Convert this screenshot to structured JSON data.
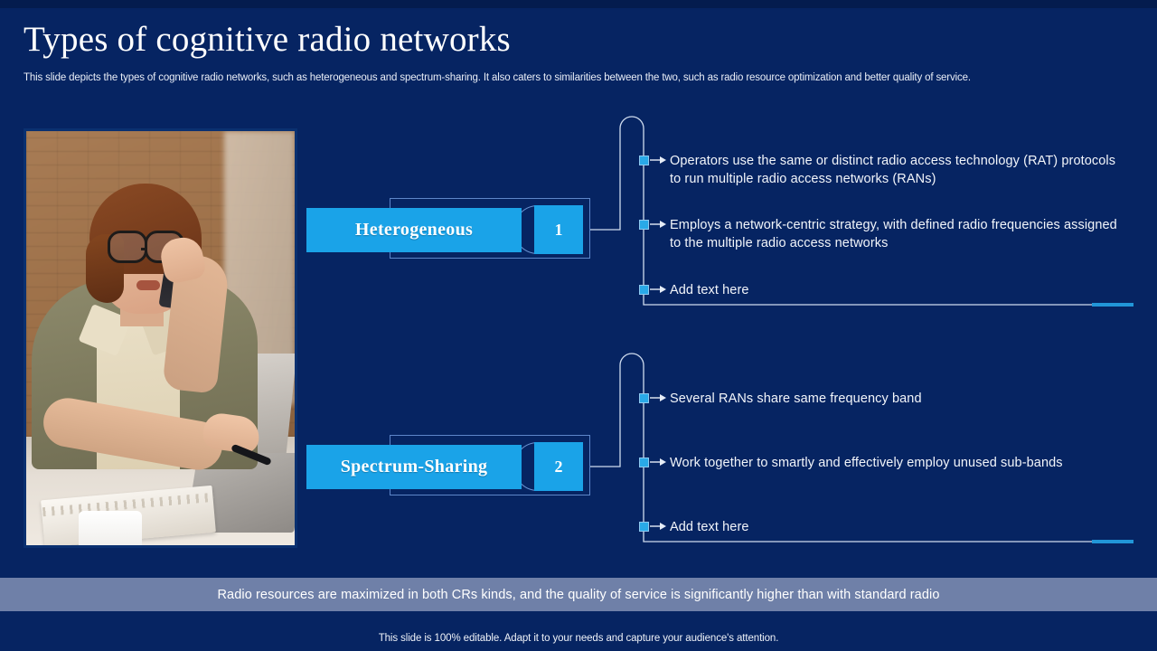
{
  "slide": {
    "title": "Types of cognitive radio networks",
    "subtitle": "This slide depicts the types of cognitive radio networks, such as heterogeneous and spectrum-sharing. It also caters to similarities between the two, such as radio resource optimization and better quality of service.",
    "background_color": "#062462",
    "accent_color": "#1aa3e8",
    "band_color": "#6f80a8"
  },
  "photo": {
    "alt": "Businesswoman with glasses talking on a mobile phone while working on a laptop at a desk in front of a brick wall"
  },
  "branches": [
    {
      "label": "Heterogeneous",
      "number": "1",
      "bullets": [
        "Operators use the same or distinct radio access technology (RAT) protocols to run multiple radio access networks (RANs)",
        "Employs a network-centric strategy, with defined radio frequencies assigned to the multiple radio access networks",
        "Add text here"
      ]
    },
    {
      "label": "Spectrum-Sharing",
      "number": "2",
      "bullets": [
        "Several RANs share same frequency band",
        "Work together to smartly and effectively employ unused sub-bands",
        "Add text here"
      ]
    }
  ],
  "callout": {
    "text": "Radio resources are maximized in both CRs kinds, and the quality of service is significantly higher than with standard radio"
  },
  "footer": {
    "note": "This slide is 100% editable. Adapt it to your needs and capture your audience's attention."
  }
}
